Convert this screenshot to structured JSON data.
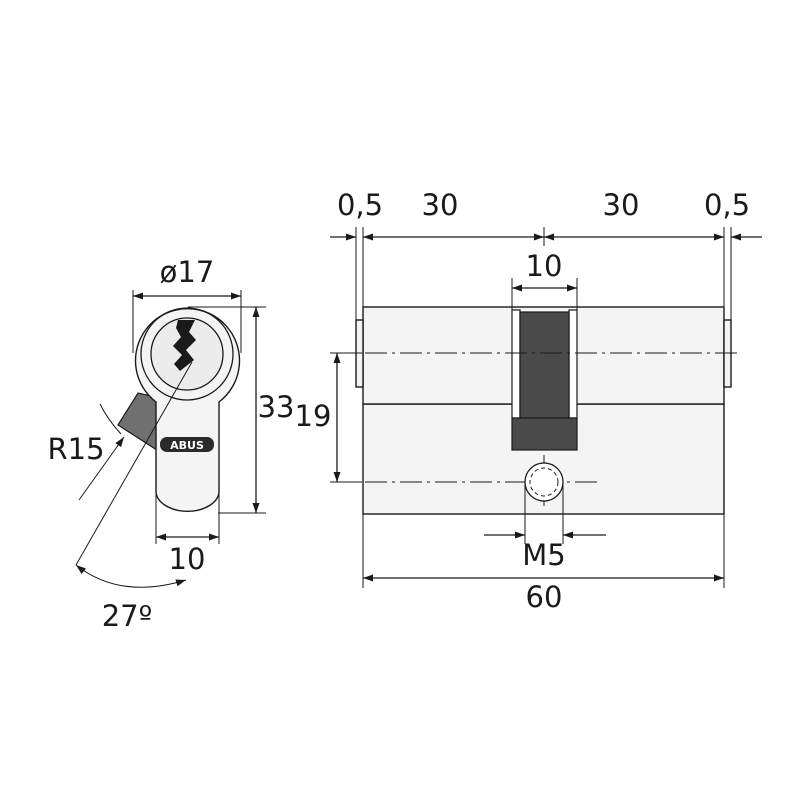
{
  "dimensions": {
    "top_left_offset": "0,5",
    "top_left_length": "30",
    "top_right_length": "30",
    "top_right_offset": "0,5",
    "cam_width": "10",
    "side_height": "19",
    "screw_thread": "M5",
    "total_length": "60",
    "front_diameter": "ø17",
    "front_height": "33",
    "front_bottom_width": "10",
    "cam_radius": "R15",
    "cam_angle": "27º"
  },
  "brand": "ABUS",
  "colors": {
    "ink": "#1a1a1a",
    "body_fill": "#f4f4f4",
    "cam_fill": "#4a4a4a",
    "cam_front_fill": "#707070"
  }
}
